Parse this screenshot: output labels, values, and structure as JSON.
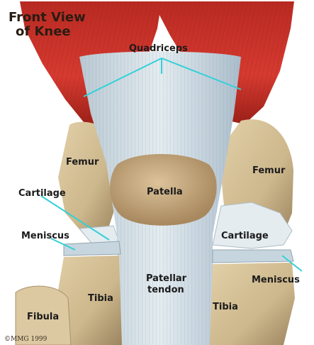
{
  "title_lines": [
    "Front View",
    "of Knee"
  ],
  "labels": {
    "quadriceps": "Quadriceps",
    "femur_left": "Femur",
    "femur_right": "Femur",
    "patella": "Patella",
    "cartilage_left": "Cartilage",
    "cartilage_right": "Cartilage",
    "meniscus_left": "Meniscus",
    "meniscus_right": "Meniscus",
    "tibia_left": "Tibia",
    "tibia_right": "Tibia",
    "patellar_tendon_line1": "Patellar",
    "patellar_tendon_line2": "tendon",
    "fibula": "Fibula"
  },
  "copyright": "©MMG 1999",
  "colors": {
    "muscle": "#c8342c",
    "muscle_dark": "#8e1c16",
    "bone": "#d6c29a",
    "bone_shadow": "#a8916a",
    "tendon": "#d5e0e6",
    "tendon_shadow": "#9fb2bd",
    "patella": "#c9ad82",
    "cartilage": "#e6eef2",
    "leader": "#34d0d8"
  }
}
